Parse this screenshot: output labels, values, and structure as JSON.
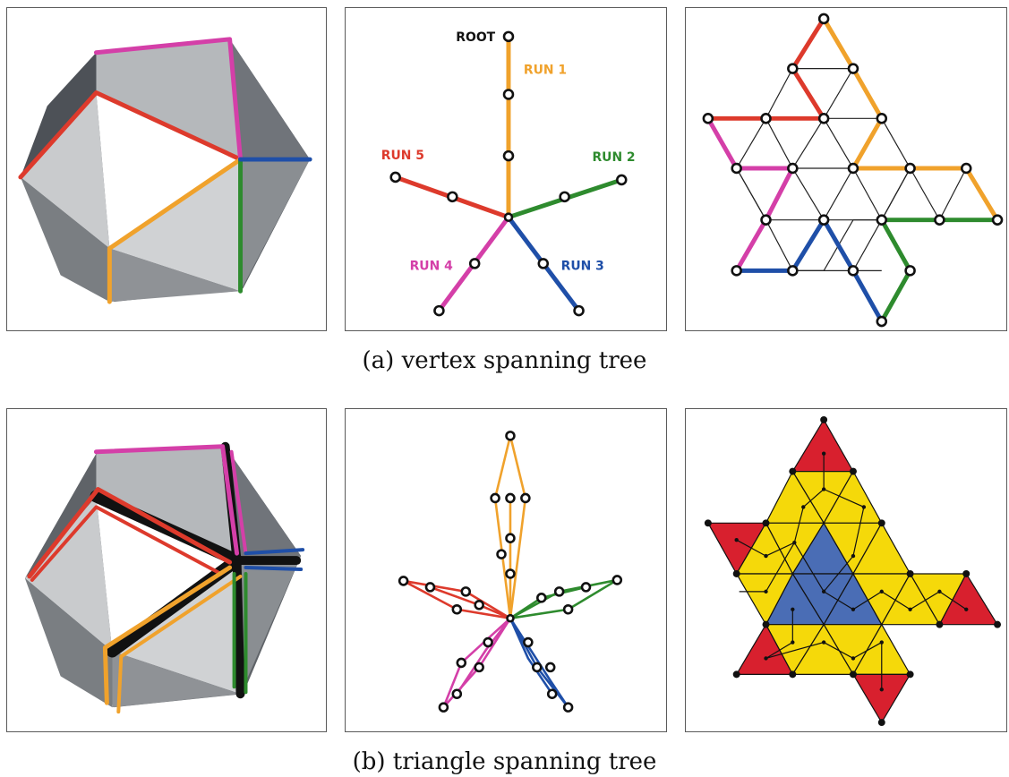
{
  "colors": {
    "run1": "#f0a22c",
    "run2": "#2e8b2e",
    "run3": "#1f4fa8",
    "run4": "#d43fa8",
    "run5": "#dd3a2c",
    "face_dark": "#5f6368",
    "face_mid": "#9a9da1",
    "face_light": "#cfd1d3",
    "tri_yellow": "#f5d90a",
    "tri_red": "#d8202e",
    "tri_blue": "#4a6db5"
  },
  "tree_labels": {
    "root": "ROOT",
    "run1": "RUN 1",
    "run2": "RUN 2",
    "run3": "RUN 3",
    "run4": "RUN 4",
    "run5": "RUN 5"
  },
  "captions": {
    "a": "(a)  vertex spanning tree",
    "b": "(b)  triangle spanning tree"
  }
}
